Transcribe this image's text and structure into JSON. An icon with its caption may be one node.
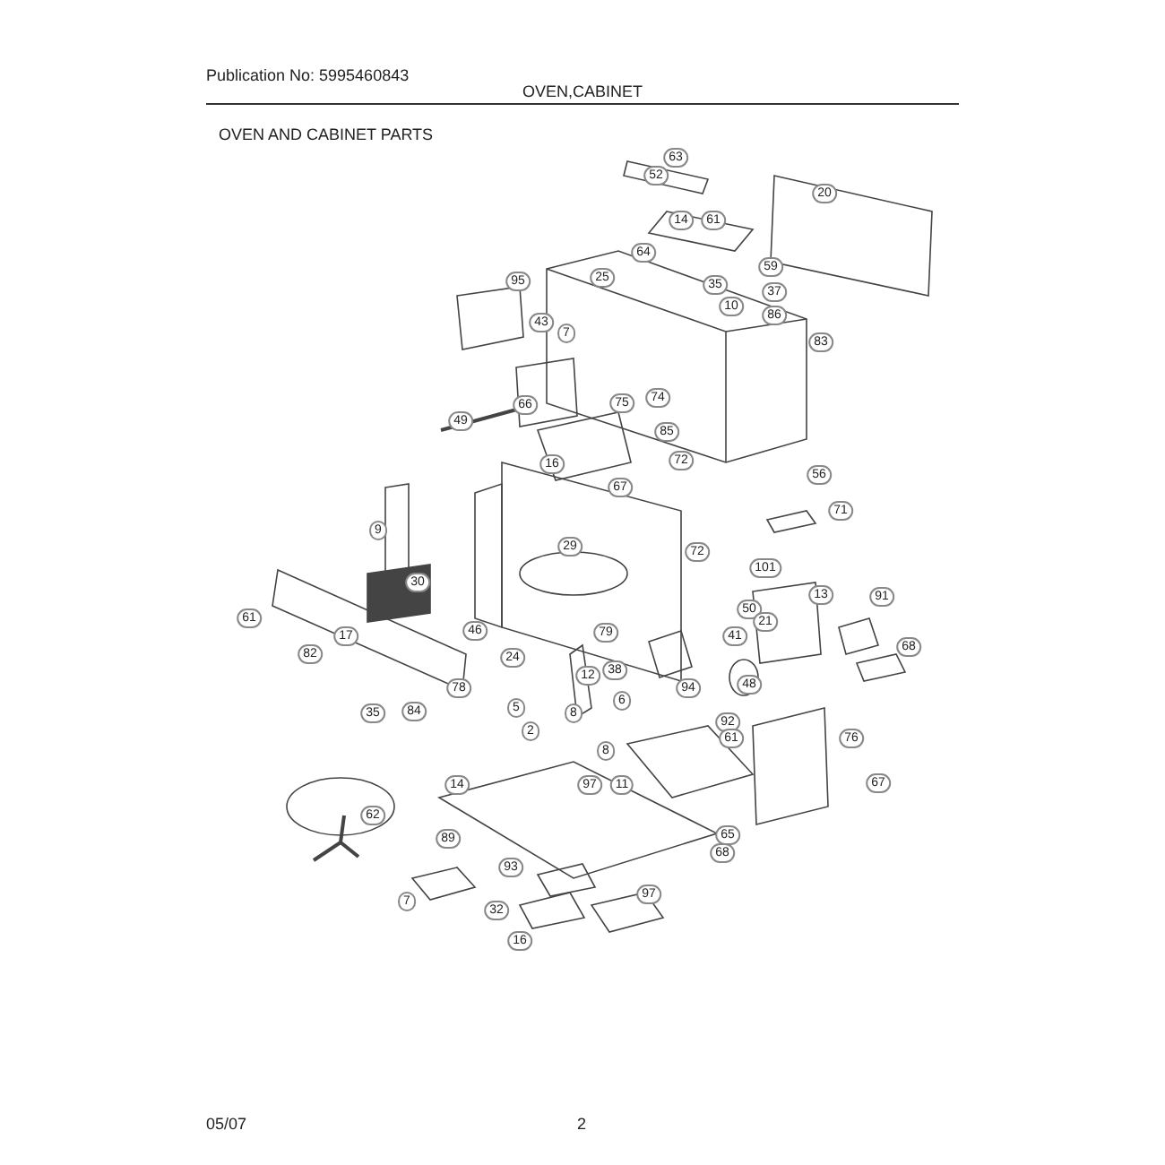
{
  "diagram": {
    "title": "OVEN,CABINET",
    "labels": [
      "Publication No: 5995460843",
      "OVEN AND CABINET PARTS",
      "63",
      "52",
      "20",
      "14",
      "61",
      "64",
      "59",
      "25",
      "95",
      "35",
      "37",
      "10",
      "86",
      "43",
      "83",
      "7",
      "66",
      "75",
      "74",
      "49",
      "85",
      "16",
      "67",
      "72",
      "56",
      "71",
      "9",
      "29",
      "72",
      "101",
      "91",
      "13",
      "30",
      "50",
      "21",
      "61",
      "41",
      "68",
      "17",
      "46",
      "79",
      "82",
      "12",
      "24",
      "38",
      "94",
      "48",
      "78",
      "6",
      "5",
      "84",
      "35",
      "8",
      "92",
      "61",
      "2",
      "76",
      "8",
      "14",
      "97",
      "11",
      "67",
      "62",
      "89",
      "65",
      "68",
      "93",
      "97",
      "7",
      "32",
      "16",
      "05/07",
      "2"
    ]
  }
}
